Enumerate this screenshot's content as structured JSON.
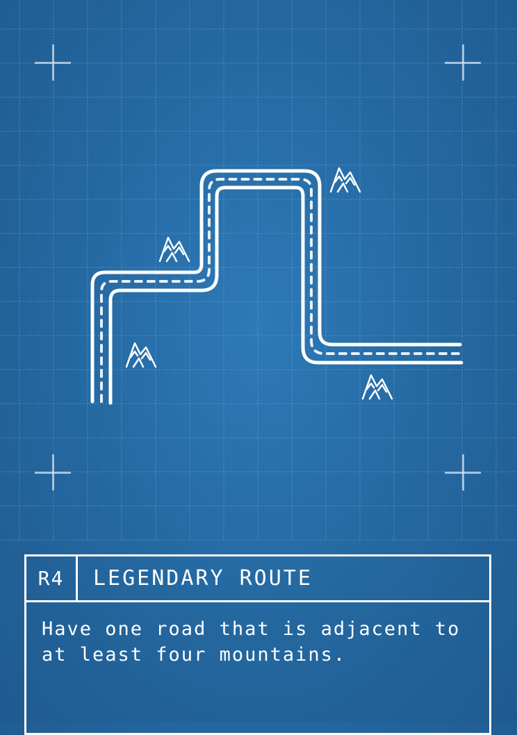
{
  "card": {
    "code": "R4",
    "title": "LEGENDARY ROUTE",
    "description": "Have one road that is adjacent to at least four mountains."
  },
  "illustration": {
    "road_icon": "road-icon",
    "mountain_icon": "mountain-icon",
    "mountain_count": 4
  },
  "colors": {
    "background": "#24679f",
    "grid_line": "#6b9fcb",
    "chalk": "#ffffff"
  }
}
